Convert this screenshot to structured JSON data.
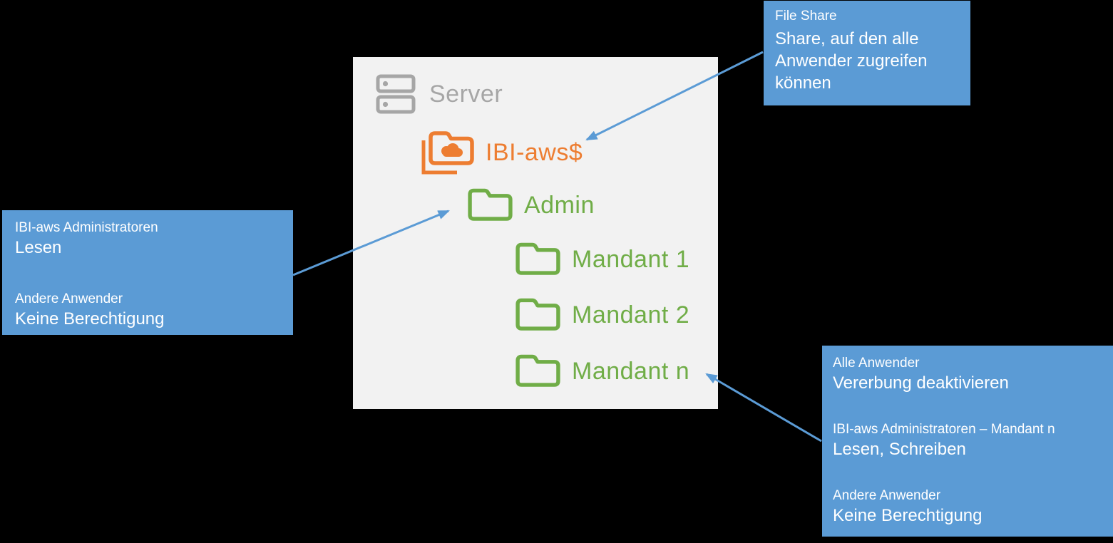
{
  "colors": {
    "background": "#000000",
    "panel_background": "#F2F2F2",
    "callout_background": "#5B9BD5",
    "callout_text": "#FFFFFF",
    "arrow": "#5B9BD5",
    "server_gray": "#A6A6A6",
    "share_orange": "#ED7D31",
    "folder_green": "#70AD47"
  },
  "panel": {
    "tree": [
      {
        "label": "Server",
        "icon": "server-icon"
      },
      {
        "label": "IBI-aws$",
        "icon": "shared-cloud-folder-icon"
      },
      {
        "label": "Admin",
        "icon": "folder-icon"
      },
      {
        "label": "Mandant 1",
        "icon": "folder-icon"
      },
      {
        "label": "Mandant 2",
        "icon": "folder-icon"
      },
      {
        "label": "Mandant n",
        "icon": "folder-icon"
      }
    ]
  },
  "callouts": {
    "file_share": {
      "label": "File Share",
      "value": "Share, auf den alle Anwender zugreifen können"
    },
    "admin_folder": {
      "groups": [
        {
          "label": "IBI-aws Administratoren",
          "value": "Lesen"
        },
        {
          "label": "Andere Anwender",
          "value": "Keine Berechtigung"
        }
      ]
    },
    "mandant_folder": {
      "groups": [
        {
          "label": "Alle Anwender",
          "value": "Vererbung deaktivieren"
        },
        {
          "label": "IBI-aws Administratoren – Mandant n",
          "value": "Lesen, Schreiben"
        },
        {
          "label": "Andere Anwender",
          "value": "Keine Berechtigung"
        }
      ]
    }
  }
}
